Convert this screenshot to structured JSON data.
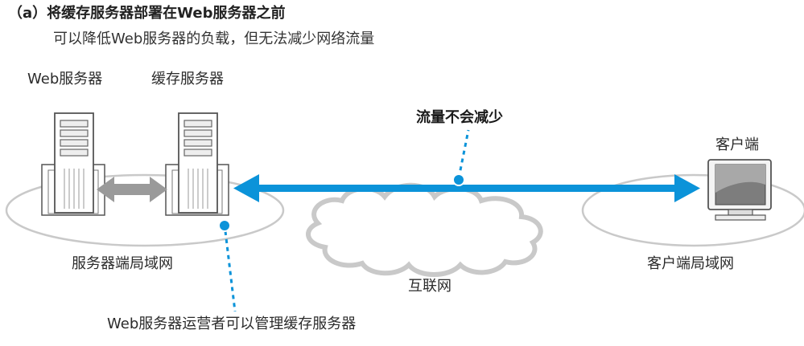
{
  "heading": "（a）将缓存服务器部署在Web服务器之前",
  "subheading": "可以降低Web服务器的负载，但无法减少网络流量",
  "labels": {
    "web_server": "Web服务器",
    "cache_server": "缓存服务器",
    "client": "客户端",
    "traffic": "流量不会减少",
    "server_lan": "服务器端局域网",
    "internet": "互联网",
    "client_lan": "客户端局域网",
    "operator_note": "Web服务器运营者可以管理缓存服务器"
  },
  "colors": {
    "accent": "#0b93d9",
    "lan_outline": "#c9c9c9",
    "arrow_gray": "#9a9a9a",
    "server_body": "#ffffff",
    "server_dark": "#555555"
  }
}
